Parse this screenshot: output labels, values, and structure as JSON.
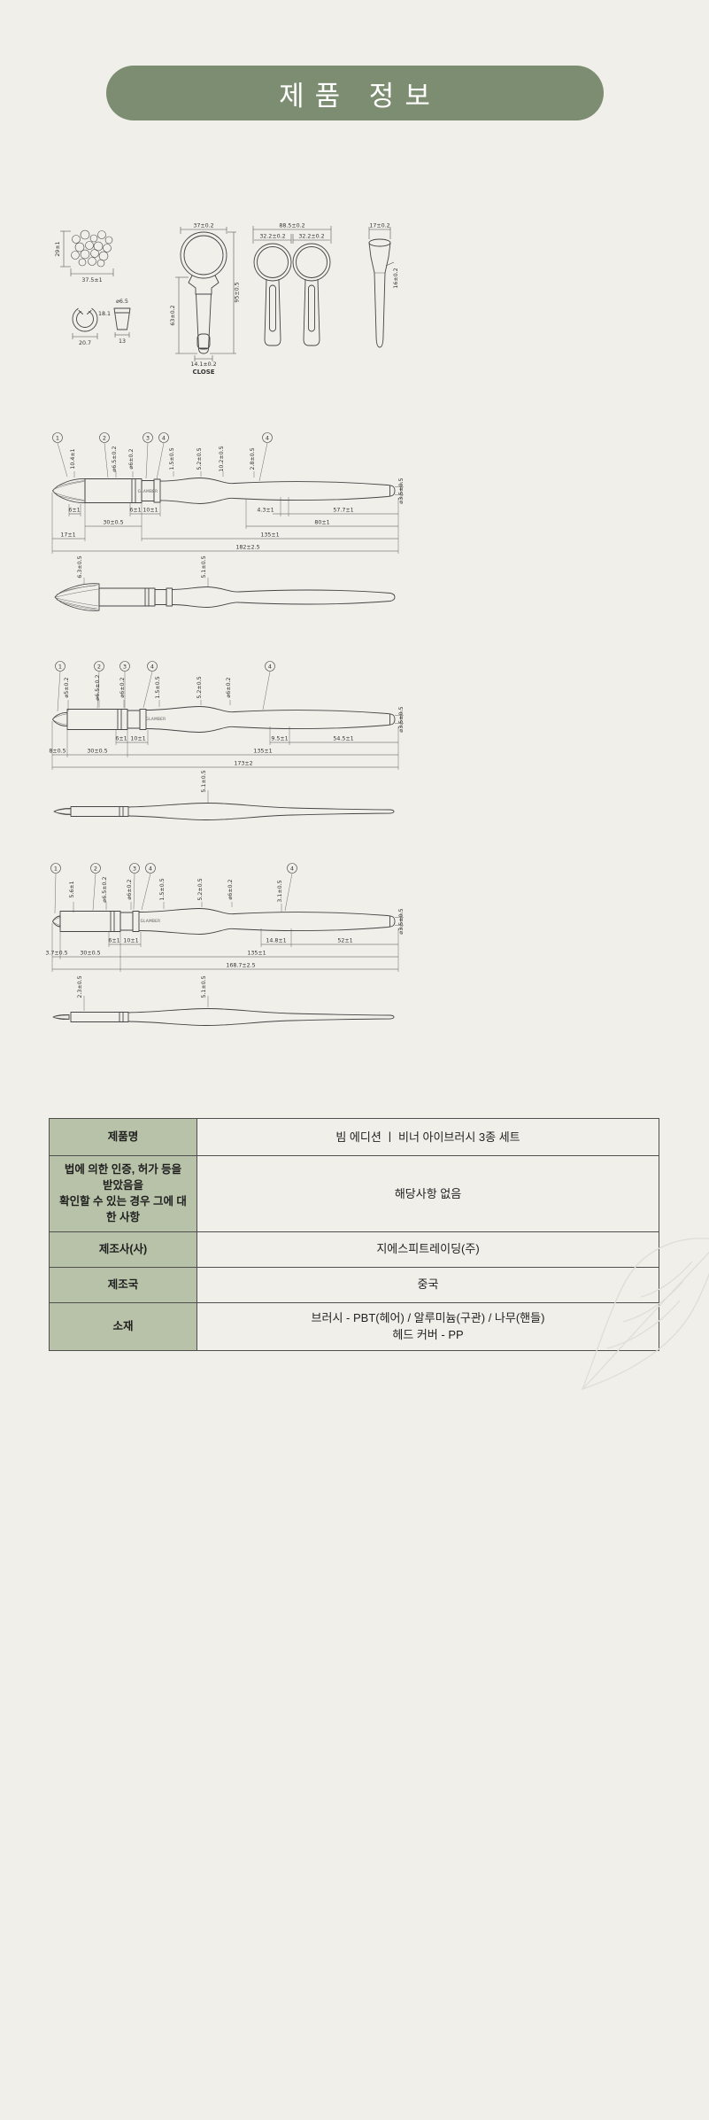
{
  "header": {
    "title": "제품 정보"
  },
  "colors": {
    "background": "#f0efea",
    "badge": "#7c8d71",
    "badge_text": "#ffffff",
    "table_label_bg": "#b7c2a8"
  },
  "top_views": {
    "cluster": {
      "width": "37.5±1",
      "height": "29±1"
    },
    "cap_open": {
      "width": "20.7"
    },
    "cap_small": {
      "diameter": "⌀6.5",
      "height": "18.1",
      "width": "13"
    },
    "front_view": {
      "head_width": "37±0.2",
      "total_height": "95±0.5",
      "handle_height": "63±0.2",
      "cap_width": "14.1±0.2",
      "cap_label": "CLOSE"
    },
    "pair_view": {
      "total_width": "88.5±0.2",
      "left_head": "32.2±0.2",
      "right_head": "32.2±0.2"
    },
    "side_view": {
      "width": "17±0.2",
      "thickness": "16±0.2"
    }
  },
  "brush1": {
    "markers": [
      "1",
      "2",
      "3",
      "4",
      "4"
    ],
    "top_dims": [
      "10.4±1",
      "⌀6.5±0.2",
      "⌀6±0.2",
      "1.5±0.5",
      "5.2±0.5",
      "10.2±0.5",
      "2.8±0.5"
    ],
    "brand": "GLAMBER",
    "row1": [
      "6±1",
      "6±1",
      "10±1",
      "4.3±1",
      "57.7±1"
    ],
    "row2": [
      "30±0.5",
      "80±1"
    ],
    "row3": [
      "17±1",
      "135±1"
    ],
    "total": "182±2.5",
    "end_diameter": "⌀3.5±0.5",
    "profile_dims": [
      "6.3±0.5",
      "5.1±0.5"
    ]
  },
  "brush2": {
    "markers": [
      "1",
      "2",
      "3",
      "4",
      "4"
    ],
    "top_dims": [
      "⌀5±0.2",
      "⌀6.5±0.2",
      "⌀6±0.2",
      "1.5±0.5",
      "5.2±0.5",
      "⌀6±0.2"
    ],
    "brand": "GLAMBER",
    "row1": [
      "6±1",
      "10±1",
      "9.5±1",
      "54.5±1"
    ],
    "row2": [
      "8±0.5",
      "30±0.5",
      "135±1"
    ],
    "total": "173±2",
    "end_diameter": "⌀3.5±0.5",
    "profile_dims": [
      "5.1±0.5"
    ]
  },
  "brush3": {
    "markers": [
      "1",
      "2",
      "3",
      "4",
      "4"
    ],
    "top_dims": [
      "5.6±1",
      "⌀6.5±0.2",
      "⌀6±0.2",
      "1.5±0.5",
      "5.2±0.5",
      "⌀6±0.2",
      "3.1±0.5"
    ],
    "brand": "GLAMBER",
    "row1": [
      "6±1",
      "10±1",
      "14.8±1",
      "52±1"
    ],
    "row2": [
      "3.7±0.5",
      "30±0.5",
      "135±1"
    ],
    "total": "168.7±2.5",
    "end_diameter": "⌀3.5±0.5",
    "profile_dims": [
      "2.3±0.5",
      "5.1±0.5"
    ]
  },
  "table": {
    "rows": [
      {
        "label": "제품명",
        "value": "빔 에디션 ㅣ 비너 아이브러시 3종 세트"
      },
      {
        "label1": "법에 의한 인증, 허가 등을 받았음을",
        "label2": "확인할 수 있는 경우 그에 대한 사항",
        "value": "해당사항 없음"
      },
      {
        "label": "제조사(사)",
        "value": "지에스피트레이딩(주)"
      },
      {
        "label": "제조국",
        "value": "중국"
      },
      {
        "label": "소재",
        "value1": "브러시 - PBT(헤어) / 알루미늄(구관) / 나무(핸들)",
        "value2": "헤드 커버 - PP"
      }
    ]
  }
}
